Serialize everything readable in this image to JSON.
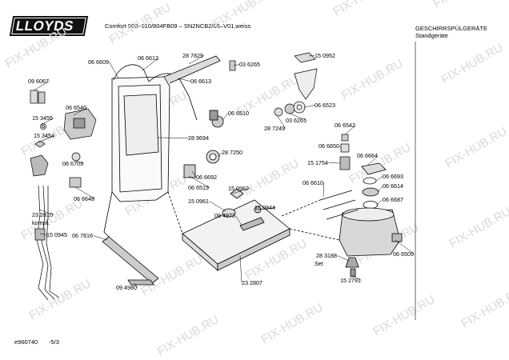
{
  "header": {
    "brand": "LLOYDS",
    "model": "Comfort 500–010/804FB09 – SN2NCB2/06–V01,weiss",
    "category": "GESCHIRRSPÜLGERÄTE",
    "subcategory": "Standgeräte"
  },
  "footer": {
    "code": "e960740",
    "page": "-5/3"
  },
  "watermark": "FIX-HUB.RU",
  "part_labels": [
    "06 6609",
    "06 6612",
    "28 7829",
    "03 6265",
    "15 0952",
    "06 6613",
    "09 6067",
    "06 6540",
    "06 6510",
    "06 6523",
    "15 3455",
    "28 7249",
    "03 6261",
    "06 6542",
    "15 3454",
    "28 9694",
    "28 7250",
    "06 6650",
    "06 6703",
    "06 6664",
    "15 1754",
    "06 6692",
    "06 6693",
    "06 6519",
    "15 0962",
    "06 6614",
    "06 6648",
    "06 6610",
    "15 0961",
    "15 0944",
    "06 6687",
    "23 2810",
    "kompl.",
    "15 0945",
    "09 4973",
    "06 7816",
    "28 3188",
    "Set",
    "06 6509",
    "23 2807",
    "09 4980",
    "15 2791"
  ]
}
